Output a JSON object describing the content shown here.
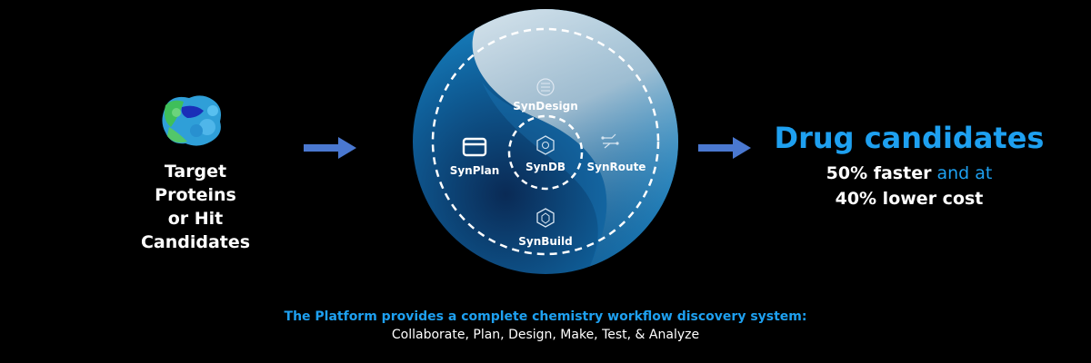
{
  "input": {
    "lines": [
      "Target",
      "Proteins",
      "or Hit",
      "Candidates"
    ]
  },
  "platform": {
    "center": "SynDB",
    "top": "SynDesign",
    "left": "SynPlan",
    "right": "SynRoute",
    "bottom": "SynBuild"
  },
  "output": {
    "title": "Drug candidates",
    "line1_bold": "50% faster",
    "line1_rest": " and at",
    "line2": "40% lower cost"
  },
  "caption": {
    "line1": "The Platform provides a complete chemistry workflow discovery system:",
    "line2": "Collaborate, Plan, Design, Make, Test, & Analyze"
  },
  "colors": {
    "accent": "#1ea0f0",
    "arrow": "#4a78d0"
  }
}
